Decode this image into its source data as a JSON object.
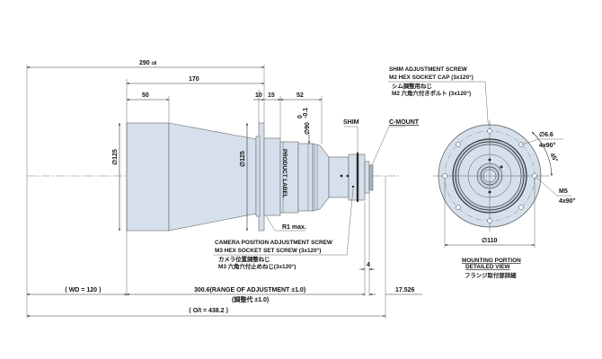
{
  "drawing": {
    "overall_length": "290",
    "overall_length_tol": "±8",
    "length_170": "170",
    "length_50": "50",
    "length_10": "10",
    "length_15": "15",
    "length_52": "52",
    "dia_front": "∅125",
    "dia_flange": "∅125",
    "dia_barrel": "∅90",
    "dia_barrel_tol_upper": "0",
    "dia_barrel_tol_lower": "-0.1",
    "product_label": "PRODUCT LABEL",
    "r1_max": "R1 max.",
    "shim": "SHIM",
    "c_mount": "C-MOUNT",
    "dim_4": "4",
    "wd": "WD = 120",
    "range_of_adjustment": "300.6(RANGE OF ADJUSTMENT ±1.0)",
    "range_of_adjustment_jp": "(調整代 ±1.0)",
    "dim_17526": "17.526",
    "oi": "O/I = 438.2"
  },
  "notes": {
    "shim_screw_en_1": "SHIM ADJUSTMENT SCREW",
    "shim_screw_en_2": "M2 HEX SOCKET CAP (3x120°)",
    "shim_screw_jp_1": "シム調整用ねじ",
    "shim_screw_jp_2": "M2 六角穴付きボルト (3x120°)",
    "camera_screw_en_1": "CAMERA POSITION ADJUSTMENT SCREW",
    "camera_screw_en_2": "M3 HEX SOCKET SET SCREW (3x120°)",
    "camera_screw_jp_1": "カメラ位置調整ねじ",
    "camera_screw_jp_2": "M3 六角穴付止めねじ(3x120°)"
  },
  "mounting_view": {
    "hole_dia": "∅6.6",
    "hole_count": "4x90°",
    "angle": "45°",
    "thread": "M5",
    "thread_count": "4x90°",
    "pcd": "∅110",
    "title_1": "MOUNTING PORTION",
    "title_2": "DETAILED VIEW",
    "title_jp": "フランジ取付部詳細"
  }
}
